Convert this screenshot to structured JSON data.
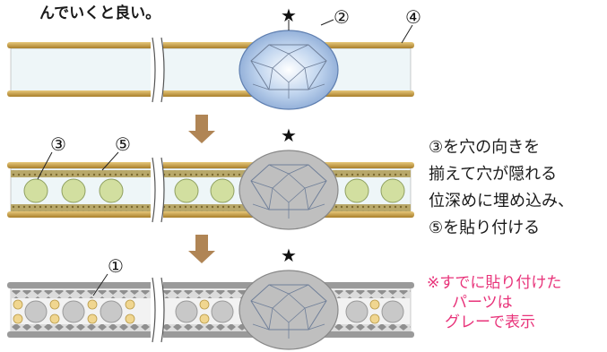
{
  "top_caption": "んでいくと良い。",
  "callouts": {
    "circled_1": "①",
    "circled_2": "②",
    "circled_3": "③",
    "circled_4": "④",
    "circled_5": "⑤",
    "star": "★"
  },
  "instruction_lines": [
    "③を穴の向きを",
    "揃えて穴が隠れる",
    "位深めに埋め込み、",
    "⑤を貼り付ける"
  ],
  "note_lines": [
    "※すでに貼り付けた",
    "パーツは",
    "グレーで表示"
  ],
  "colors": {
    "gold": "#c8a24a",
    "tube_fill": "#eef6f8",
    "gem_blue": "#a8c4e4",
    "gem_gray": "#bfbfbf",
    "bead_green": "#d2dfa0",
    "bead_gray": "#c8c8c8",
    "arrow": "#b08555",
    "note_pink": "#e8337a"
  }
}
